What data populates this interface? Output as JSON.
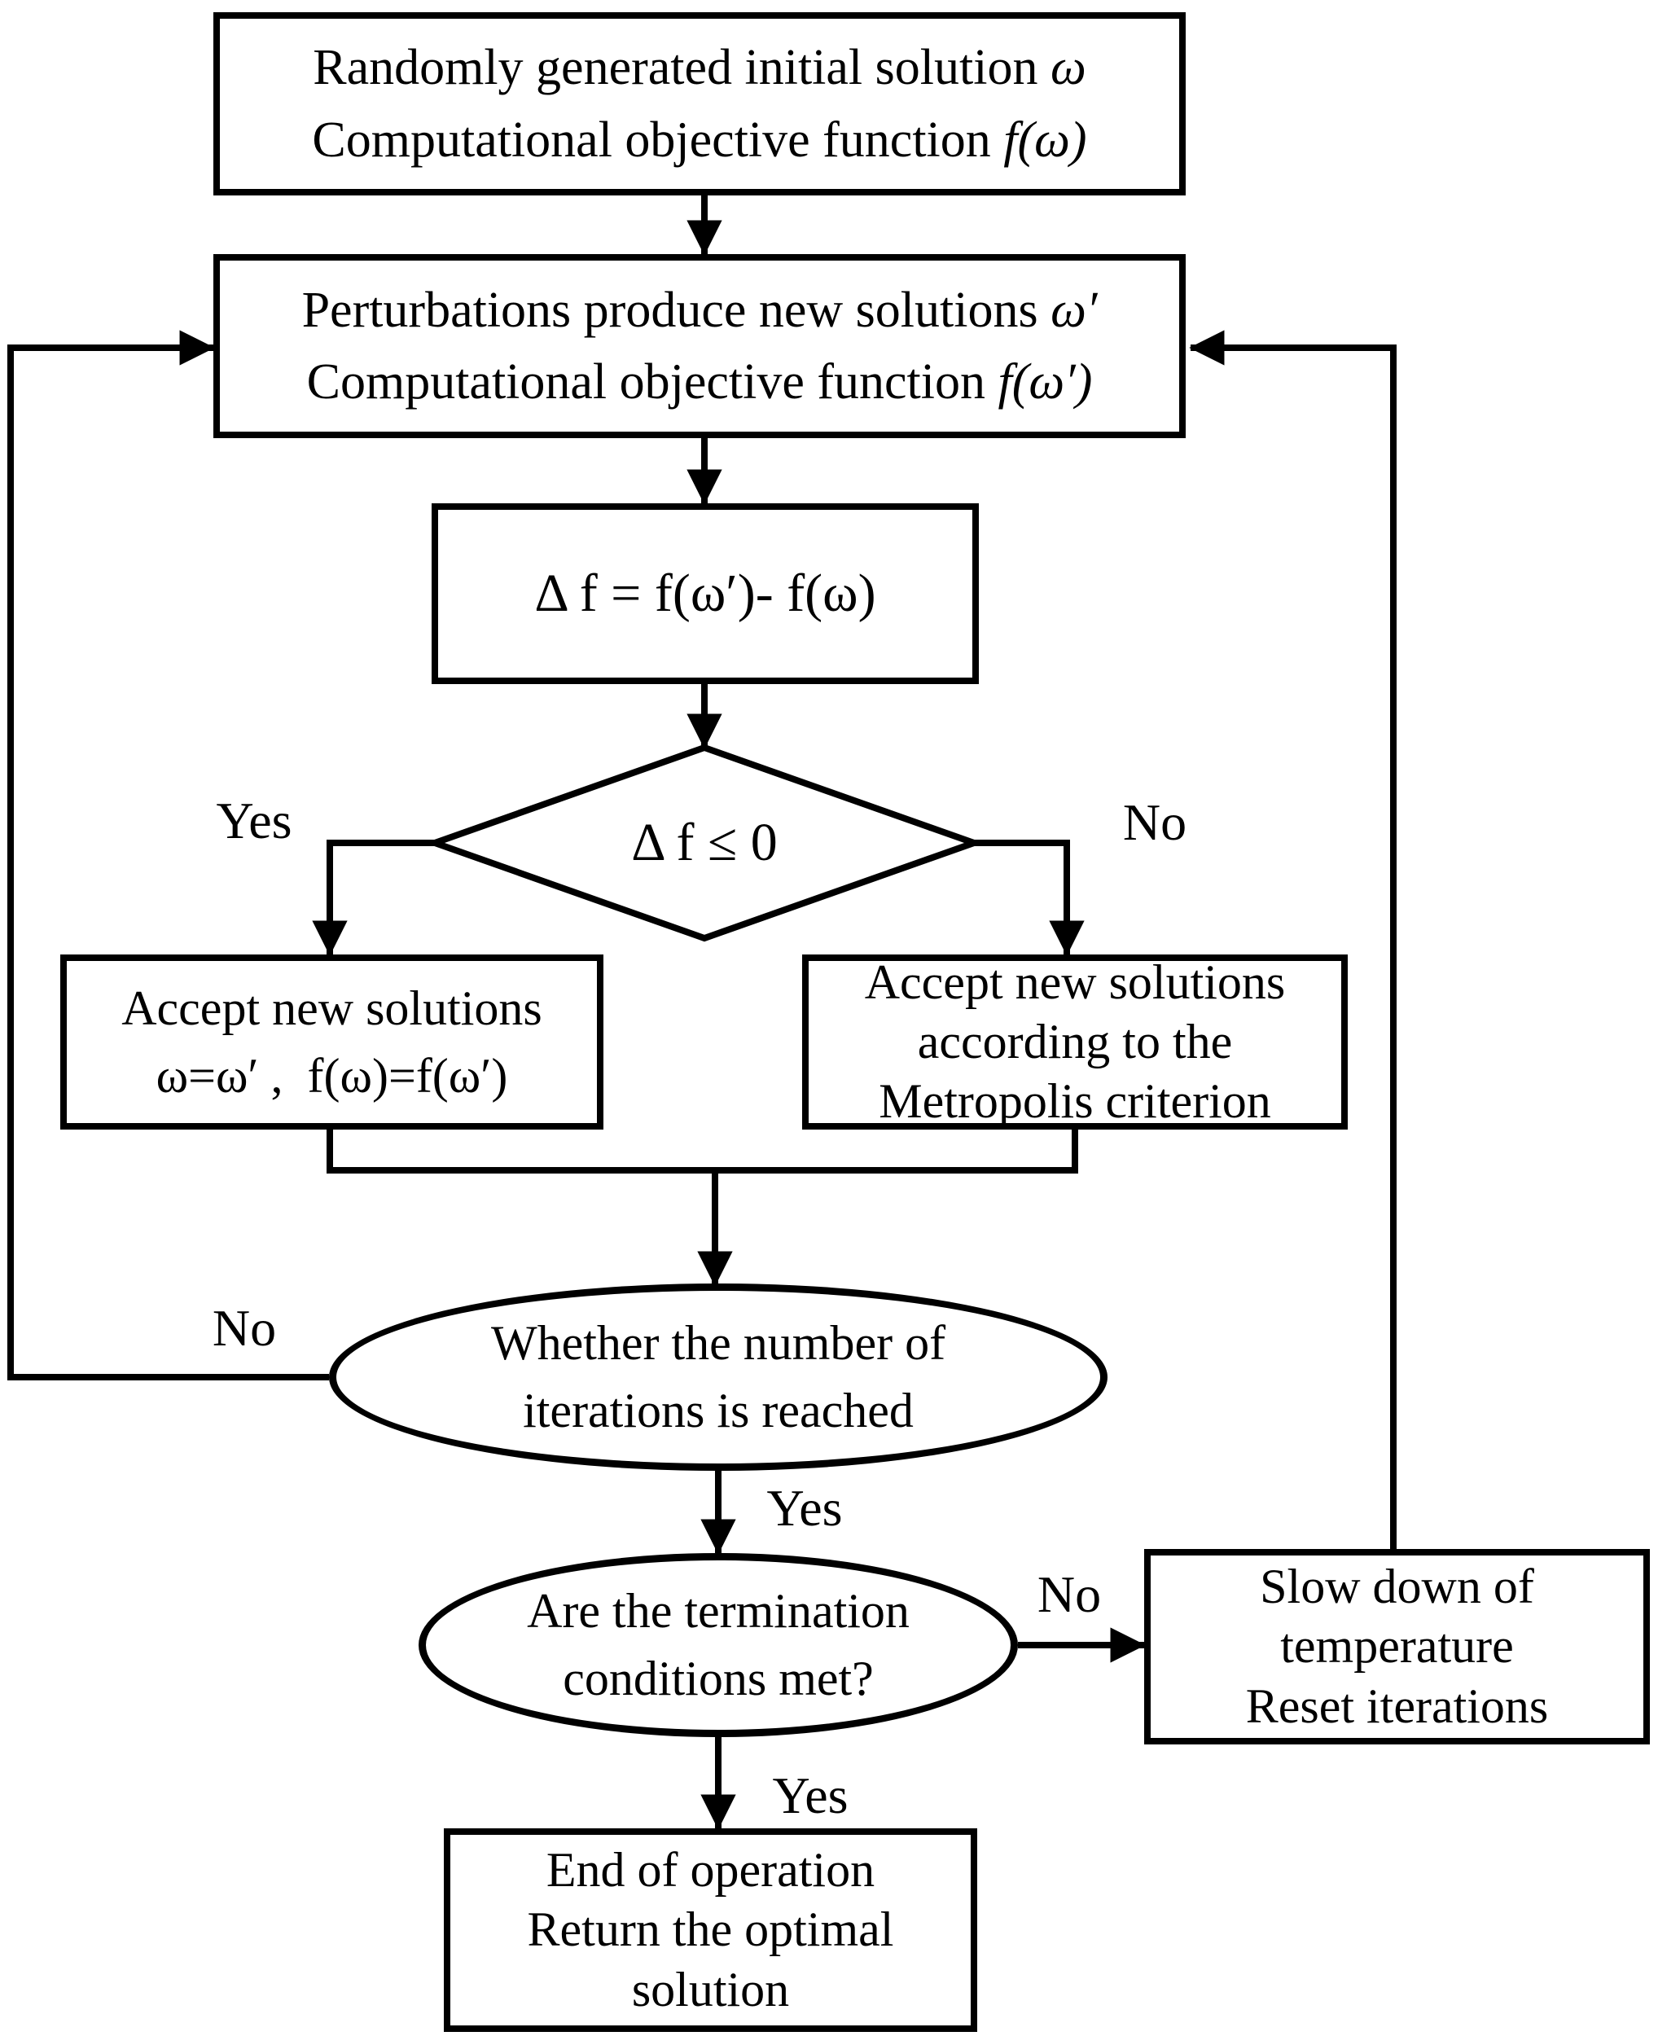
{
  "figure": {
    "background_color": "#ffffff",
    "line_color": "#000000",
    "type": "flowchart"
  },
  "nodes": {
    "init_box": {
      "line1_text": "Randomly generated initial solution ",
      "line1_math": "ω",
      "line2_text": "Computational objective function ",
      "line2_math": "f(ω)"
    },
    "perturb_box": {
      "line1_text": "Perturbations produce new solutions ",
      "line1_math": "ω′",
      "line2_text": "Computational objective function ",
      "line2_math": "f(ω′)"
    },
    "delta_box": {
      "formula": "Δ f = f(ω′)- f(ω)"
    },
    "delta_decision": {
      "condition": "Δ f ≤ 0"
    },
    "accept_box": {
      "line1": "Accept new solutions",
      "line2": "ω=ω′ ,  f(ω)=f(ω′)"
    },
    "metropolis_box": {
      "line1": "Accept new solutions",
      "line2": "according to the",
      "line3": "Metropolis criterion"
    },
    "iterations_decision": {
      "line1": "Whether the number of",
      "line2": "iterations is reached"
    },
    "termination_decision": {
      "line1": "Are the termination",
      "line2": "conditions met?"
    },
    "cooling_box": {
      "line1": "Slow down of",
      "line2": "temperature",
      "line3": "Reset iterations"
    },
    "end_box": {
      "line1": "End of operation",
      "line2": "Return the optimal",
      "line3": "solution"
    }
  },
  "edge_labels": {
    "delta_yes": "Yes",
    "delta_no": "No",
    "iterations_no": "No",
    "iterations_yes": "Yes",
    "termination_no": "No",
    "termination_yes": "Yes"
  }
}
